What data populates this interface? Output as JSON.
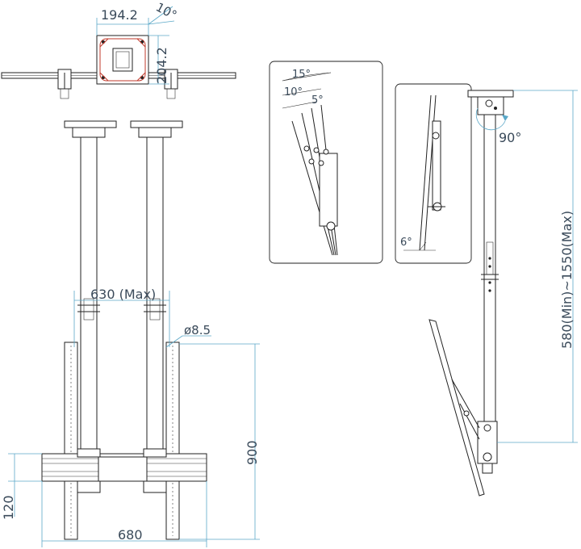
{
  "labels": {
    "plate_width": "194.2",
    "plate_height": "204.2",
    "plate_tilt": "10°",
    "max_spacing": "630 (Max)",
    "hole_diameter": "ø8.5",
    "frame_height": "900",
    "rail_height": "120",
    "frame_width": "680",
    "rotation": "90°",
    "drop_range": "580(Min)~1550(Max)",
    "tilt_15": "15°",
    "tilt_10": "10°",
    "tilt_5": "5°",
    "tilt_6": "6°"
  },
  "icons": {
    "rotation_arc": "rotation-arrow-icon"
  },
  "colors": {
    "dimension_line": "#5ba8c8",
    "dimension_text": "#3a4a5a",
    "ink": "#222222",
    "accent_red": "#c0392b"
  }
}
